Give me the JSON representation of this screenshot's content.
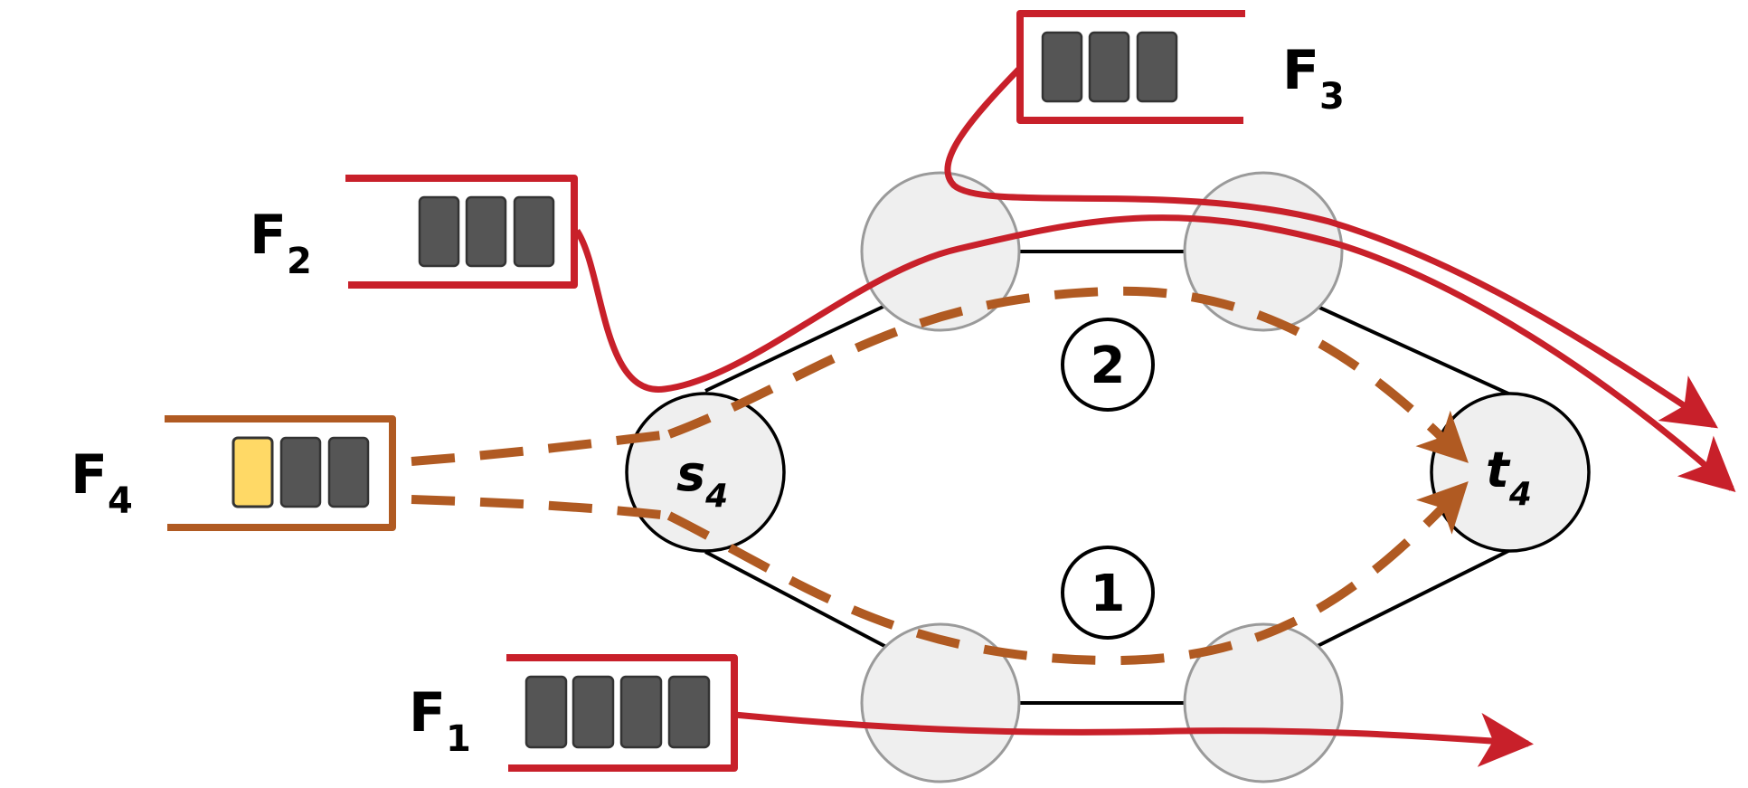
{
  "colors": {
    "flow_red": "#c8202a",
    "flow_orange": "#b05a22",
    "packet": "#555555",
    "packet_highlight": "#ffd966",
    "node_fill": "#efefef",
    "node_stroke_gray": "#9a9a9a",
    "node_stroke_black": "#000000"
  },
  "flows": [
    {
      "id": "F1",
      "letter": "F",
      "sub": "1",
      "packets": 4,
      "highlighted": 0
    },
    {
      "id": "F2",
      "letter": "F",
      "sub": "2",
      "packets": 3,
      "highlighted": 0
    },
    {
      "id": "F3",
      "letter": "F",
      "sub": "3",
      "packets": 3,
      "highlighted": 0
    },
    {
      "id": "F4",
      "letter": "F",
      "sub": "4",
      "packets": 3,
      "highlighted": 1
    }
  ],
  "nodes": {
    "source": {
      "letter": "s",
      "sub": "4"
    },
    "target": {
      "letter": "t",
      "sub": "4"
    }
  },
  "paths": {
    "upper": {
      "label": "2"
    },
    "lower": {
      "label": "1"
    }
  }
}
